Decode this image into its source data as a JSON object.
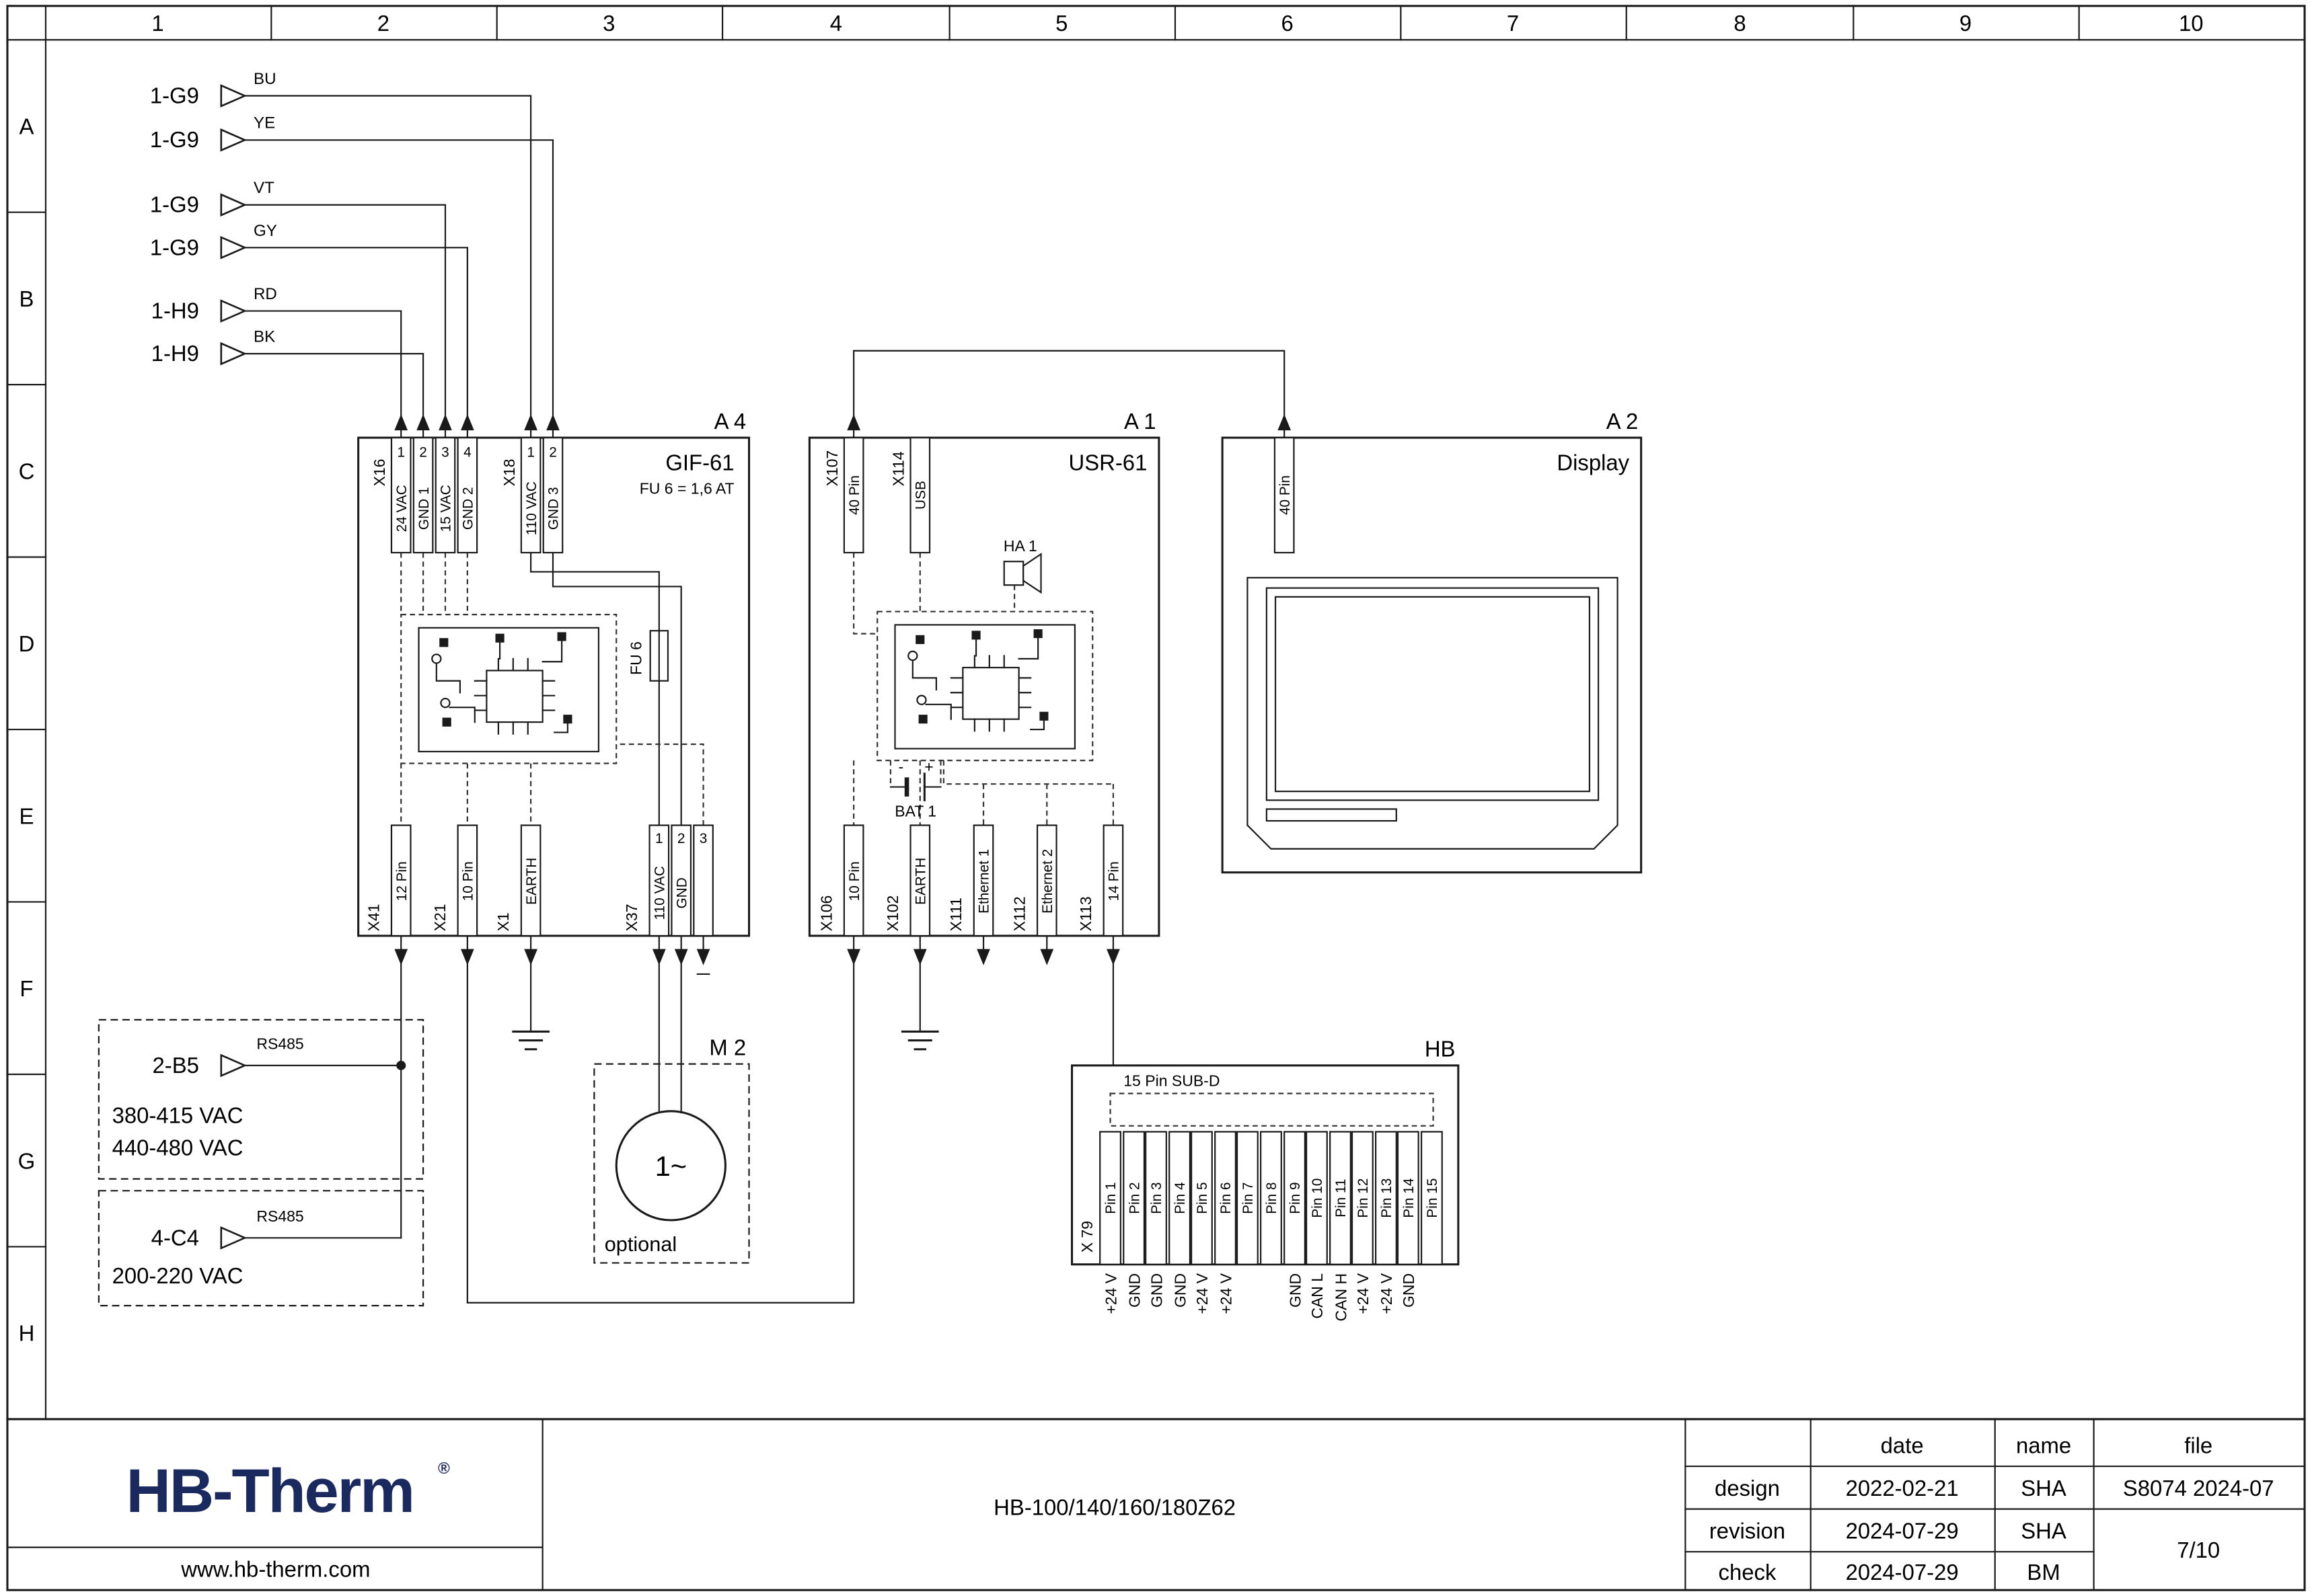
{
  "grid": {
    "cols": [
      "1",
      "2",
      "3",
      "4",
      "5",
      "6",
      "7",
      "8",
      "9",
      "10"
    ],
    "rows": [
      "A",
      "B",
      "C",
      "D",
      "E",
      "F",
      "G",
      "H"
    ]
  },
  "inputs": [
    {
      "ref": "1-G9",
      "wire": "BU"
    },
    {
      "ref": "1-G9",
      "wire": "YE"
    },
    {
      "ref": "1-G9",
      "wire": "VT"
    },
    {
      "ref": "1-G9",
      "wire": "GY"
    },
    {
      "ref": "1-H9",
      "wire": "RD"
    },
    {
      "ref": "1-H9",
      "wire": "BK"
    }
  ],
  "a4": {
    "tag": "A 4",
    "title": "GIF-61",
    "subtitle": "FU 6 = 1,6 AT",
    "fuse": "FU 6",
    "x16": {
      "label": "X16",
      "pins": [
        {
          "n": "1",
          "t": "24 VAC"
        },
        {
          "n": "2",
          "t": "GND 1"
        },
        {
          "n": "3",
          "t": "15 VAC"
        },
        {
          "n": "4",
          "t": "GND 2"
        }
      ]
    },
    "x18": {
      "label": "X18",
      "pins": [
        {
          "n": "1",
          "t": "110 VAC"
        },
        {
          "n": "2",
          "t": "GND 3"
        }
      ]
    },
    "x41": {
      "label": "X41",
      "t": "12 Pin"
    },
    "x21": {
      "label": "X21",
      "t": "10 Pin"
    },
    "x1": {
      "label": "X1",
      "t": "EARTH"
    },
    "x37": {
      "label": "X37",
      "pins": [
        {
          "n": "1",
          "t": "110 VAC"
        },
        {
          "n": "2",
          "t": "GND"
        },
        {
          "n": "3",
          "t": ""
        }
      ]
    }
  },
  "a1": {
    "tag": "A 1",
    "title": "USR-61",
    "x107": {
      "label": "X107",
      "t": "40 Pin"
    },
    "x114": {
      "label": "X114",
      "t": "USB"
    },
    "ha1": {
      "label": "HA 1"
    },
    "bat1": {
      "label": "BAT 1",
      "minus": "-",
      "plus": "+"
    },
    "x106": {
      "label": "X106",
      "t": "10 Pin"
    },
    "x102": {
      "label": "X102",
      "t": "EARTH"
    },
    "x111": {
      "label": "X111",
      "t": "Ethernet 1"
    },
    "x112": {
      "label": "X112",
      "t": "Ethernet 2"
    },
    "x113": {
      "label": "X113",
      "t": "14 Pin"
    }
  },
  "a2": {
    "tag": "A 2",
    "title": "Display",
    "conn": "40 Pin"
  },
  "m2": {
    "tag": "M 2",
    "motor": "1~",
    "note": "optional"
  },
  "hb": {
    "tag": "HB",
    "conn": "15 Pin SUB-D",
    "x": "X 79",
    "pins": [
      "Pin 1",
      "Pin 2",
      "Pin 3",
      "Pin 4",
      "Pin 5",
      "Pin 6",
      "Pin 7",
      "Pin 8",
      "Pin 9",
      "Pin 10",
      "Pin 11",
      "Pin 12",
      "Pin 13",
      "Pin 14",
      "Pin 15"
    ],
    "signals": [
      "+24 V",
      "GND",
      "GND",
      "GND",
      "+24 V",
      "+24 V",
      "",
      "",
      "GND",
      "CAN L",
      "CAN H",
      "+24 V",
      "+24 V",
      "GND",
      ""
    ]
  },
  "b5": {
    "ref": "2-B5",
    "bus": "RS485",
    "l1": "380-415 VAC",
    "l2": "440-480 VAC"
  },
  "c4": {
    "ref": "4-C4",
    "bus": "RS485",
    "l1": "200-220 VAC"
  },
  "tb": {
    "logo": "HB-Therm",
    "reg": "®",
    "site": "www.hb-therm.com",
    "doc": "HB-100/140/160/180Z62",
    "h_date": "date",
    "h_name": "name",
    "h_file": "file",
    "rows": [
      {
        "k": "design",
        "date": "2022-02-21",
        "name": "SHA"
      },
      {
        "k": "revision",
        "date": "2024-07-29",
        "name": "SHA"
      },
      {
        "k": "check",
        "date": "2024-07-29",
        "name": "BM"
      }
    ],
    "file_no": "S8074 2024-07",
    "page": "7/10"
  }
}
